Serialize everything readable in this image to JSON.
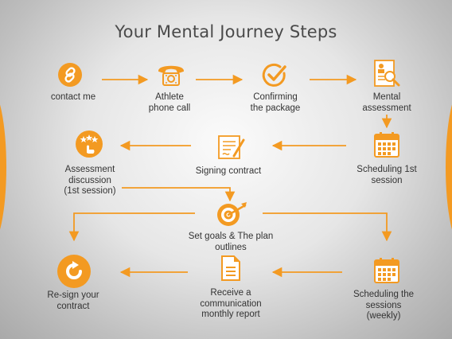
{
  "title": "Your Mental Journey Steps",
  "accent_color": "#f39a22",
  "steps": [
    {
      "id": "contact",
      "label": "contact me",
      "icon": "link-icon"
    },
    {
      "id": "athlete",
      "label": "Athlete\nphone call",
      "icon": "telephone-icon"
    },
    {
      "id": "confirm",
      "label": "Confirming\nthe package",
      "icon": "checkmark-circle-icon"
    },
    {
      "id": "assess",
      "label": "Mental\nassessment",
      "icon": "profile-search-icon"
    },
    {
      "id": "sched1",
      "label": "Scheduling 1st\nsession",
      "icon": "calendar-icon"
    },
    {
      "id": "sign",
      "label": "Signing contract",
      "icon": "contract-icon"
    },
    {
      "id": "discuss",
      "label": "Assessment\ndiscussion\n(1st session)",
      "icon": "star-rating-icon"
    },
    {
      "id": "goals",
      "label": "Set goals & The plan\noutlines",
      "icon": "target-icon"
    },
    {
      "id": "resign",
      "label": "Re-sign your\ncontract",
      "icon": "refresh-icon"
    },
    {
      "id": "report",
      "label": "Receive a\ncommunication\nmonthly report",
      "icon": "document-icon"
    },
    {
      "id": "schedweekly",
      "label": "Scheduling the\nsessions (weekly)",
      "icon": "calendar-weekly-icon"
    }
  ]
}
